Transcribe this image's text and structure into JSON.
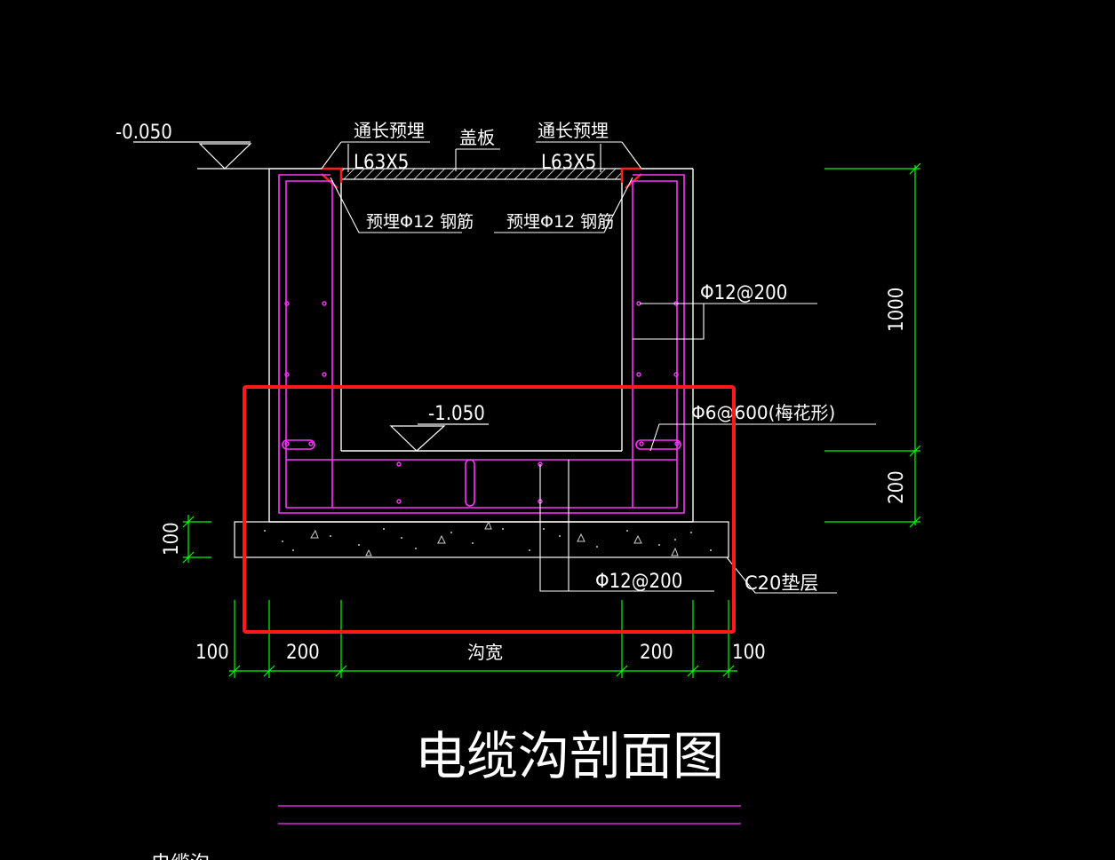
{
  "drawing": {
    "title": "电缆沟剖面图",
    "colors": {
      "background": "#000000",
      "structure": "#ffffff",
      "rebar": "#ff33ff",
      "dimension": "#00ff00",
      "embedded_angle": "#ff2020",
      "highlight": "#ff1a1a"
    }
  },
  "elevations": {
    "ground": "-0.050",
    "bottom": "-1.050"
  },
  "labels": {
    "embedded_left": "通长预埋",
    "embedded_right": "通长预埋",
    "angle_left": "L63X5",
    "angle_right": "L63X5",
    "cover_plate": "盖板",
    "rebar_embed_left": "预埋Φ12 钢筋",
    "rebar_embed_right": "预埋Φ12 钢筋",
    "wall_rebar": "Φ12@200",
    "tie_rebar": "Φ6@600(梅花形)",
    "base_rebar": "Φ12@200",
    "cushion": "C20垫层"
  },
  "dimensions": {
    "height_wall": "1000",
    "height_base": "200",
    "cushion_thickness": "100",
    "bottom": [
      "100",
      "200",
      "沟宽",
      "200",
      "100"
    ]
  },
  "partial_text": "电缆沟... "
}
